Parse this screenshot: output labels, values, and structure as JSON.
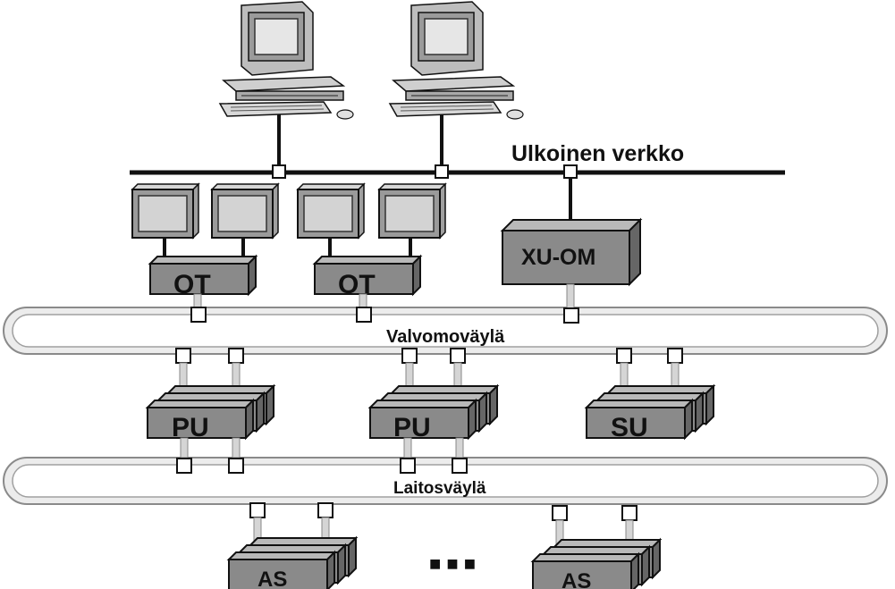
{
  "labels": {
    "external_network": "Ulkoinen verkko",
    "control_room_bus": "Valvomoväylä",
    "plant_bus": "Laitosväylä",
    "ellipsis": "■ ■ ■"
  },
  "nodes": {
    "ot_left": "OT",
    "ot_right": "OT",
    "xu_om": "XU-OM",
    "pu_left": "PU",
    "pu_middle": "PU",
    "su": "SU",
    "as_left": "AS",
    "as_right": "AS"
  },
  "icons": {
    "workstation": "workstation-icon",
    "monitor": "monitor-icon",
    "connector": "connector-node-icon"
  },
  "colors": {
    "box_fill": "#8a8a8a",
    "box_side": "#6c6c6c",
    "box_top": "#b5b5b5",
    "line": "#111111",
    "bus_fill": "#e9e9e9",
    "screen": "#cfcfcf"
  }
}
